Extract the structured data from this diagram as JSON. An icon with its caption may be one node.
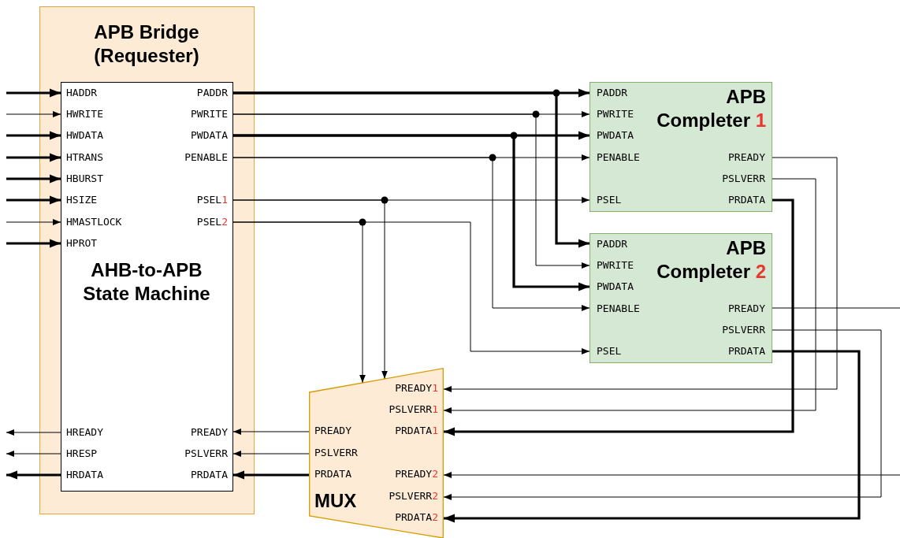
{
  "diagram": {
    "nodes": [
      {
        "text": [
          "APB Bridge (Requester)"
        ]
      },
      {
        "text": [
          "HADDR",
          "PADDR",
          "HWRITE",
          "PWRITE",
          "HWDATA",
          "PWDATA",
          "HTRANS",
          "PENABLE",
          "HBURST",
          "HSIZE",
          "PSEL1",
          "HMASTLOCK",
          "PSEL2",
          "HPROT",
          "AHB-to-APB State Machine",
          "HREADY",
          "PREADY",
          "HRESP",
          "PSLVERR",
          "HRDATA",
          "PRDATA"
        ],
        "in": 0
      },
      {
        "text": [
          "APB Completer 1",
          "PADDR",
          "PWRITE",
          "PWDATA",
          "PENABLE",
          "PREADY",
          "PSLVERR",
          "PSEL",
          "PRDATA"
        ]
      },
      {
        "text": [
          "APB Completer 2",
          "PADDR",
          "PWRITE",
          "PWDATA",
          "PENABLE",
          "PREADY",
          "PSLVERR",
          "PSEL",
          "PRDATA"
        ]
      },
      {
        "text": [
          "PREADY1",
          "PSLVERR1",
          "PREADY",
          "PRDATA1",
          "PSLVERR",
          "PRDATA",
          "PREADY2",
          "MUX",
          "PSLVERR2",
          "PRDATA2"
        ]
      }
    ],
    "edges": [
      {
        "from": null,
        "to": 1,
        "arrow": "to",
        "style": "thick"
      },
      {
        "from": null,
        "to": 1,
        "arrow": "to"
      },
      {
        "from": null,
        "to": 1,
        "arrow": "to",
        "style": "thick"
      },
      {
        "from": null,
        "to": 1,
        "arrow": "to",
        "style": "thick"
      },
      {
        "from": null,
        "to": 1,
        "arrow": "to",
        "style": "thick"
      },
      {
        "from": null,
        "to": 1,
        "arrow": "to",
        "style": "thick"
      },
      {
        "from": null,
        "to": 1,
        "arrow": "to"
      },
      {
        "from": null,
        "to": 1,
        "arrow": "to",
        "style": "thick"
      },
      {
        "from": 1,
        "to": 2,
        "arrow": "to",
        "style": "thick"
      },
      {
        "from": 1,
        "to": 3,
        "arrow": "to",
        "style": "thick"
      },
      {
        "from": 1,
        "to": 2,
        "arrow": "to"
      },
      {
        "from": 1,
        "to": 3,
        "arrow": "to"
      },
      {
        "from": 1,
        "to": 2,
        "arrow": "to",
        "style": "thick"
      },
      {
        "from": 1,
        "to": 3,
        "arrow": "to",
        "style": "thick"
      },
      {
        "from": 1,
        "to": 2,
        "arrow": "to"
      },
      {
        "from": 1,
        "to": 3,
        "arrow": "to"
      },
      {
        "from": 1,
        "to": 2,
        "arrow": "to"
      },
      {
        "from": 1,
        "to": 4,
        "arrow": "to"
      },
      {
        "from": 1,
        "to": 3,
        "arrow": "to"
      },
      {
        "from": 1,
        "to": 4,
        "arrow": "to"
      },
      {
        "from": 2,
        "to": 4,
        "arrow": "to"
      },
      {
        "from": 2,
        "to": 4,
        "arrow": "to"
      },
      {
        "from": 2,
        "to": 4,
        "arrow": "to",
        "style": "thick"
      },
      {
        "from": 3,
        "to": null,
        "arrow": "none"
      },
      {
        "from": null,
        "to": 4,
        "arrow": "to"
      },
      {
        "from": 3,
        "to": 4,
        "arrow": "to"
      },
      {
        "from": 3,
        "to": 4,
        "arrow": "to",
        "style": "thick"
      },
      {
        "from": 4,
        "to": 1,
        "arrow": "to"
      },
      {
        "from": 4,
        "to": 1,
        "arrow": "to"
      },
      {
        "from": 4,
        "to": 1,
        "arrow": "to",
        "style": "thick"
      },
      {
        "from": 1,
        "to": null,
        "arrow": "to"
      },
      {
        "from": 1,
        "to": null,
        "arrow": "to"
      },
      {
        "from": 1,
        "to": null,
        "arrow": "to",
        "style": "thick"
      }
    ]
  }
}
